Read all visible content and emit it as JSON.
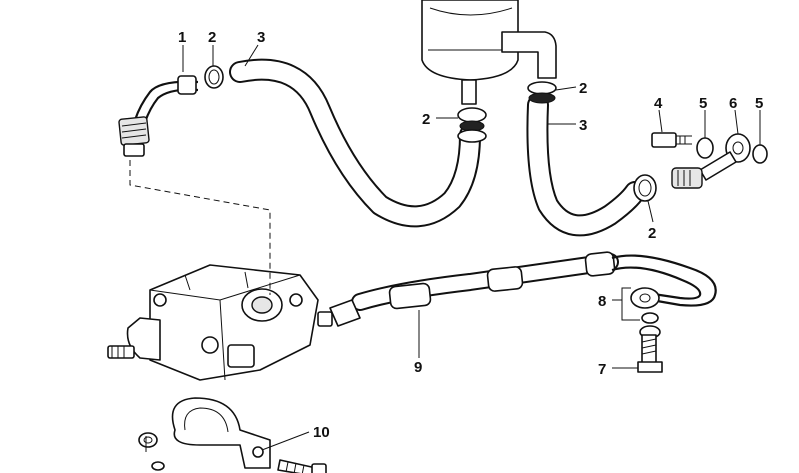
{
  "callouts": {
    "c1": "1",
    "c2a": "2",
    "c3a": "3",
    "c2b": "2",
    "c2c": "2",
    "c3b": "3",
    "c4": "4",
    "c5a": "5",
    "c6": "6",
    "c5b": "5",
    "c2d": "2",
    "c8": "8",
    "c9": "9",
    "c7": "7",
    "c10": "10"
  },
  "colors": {
    "line": "#111111",
    "background": "#ffffff"
  }
}
